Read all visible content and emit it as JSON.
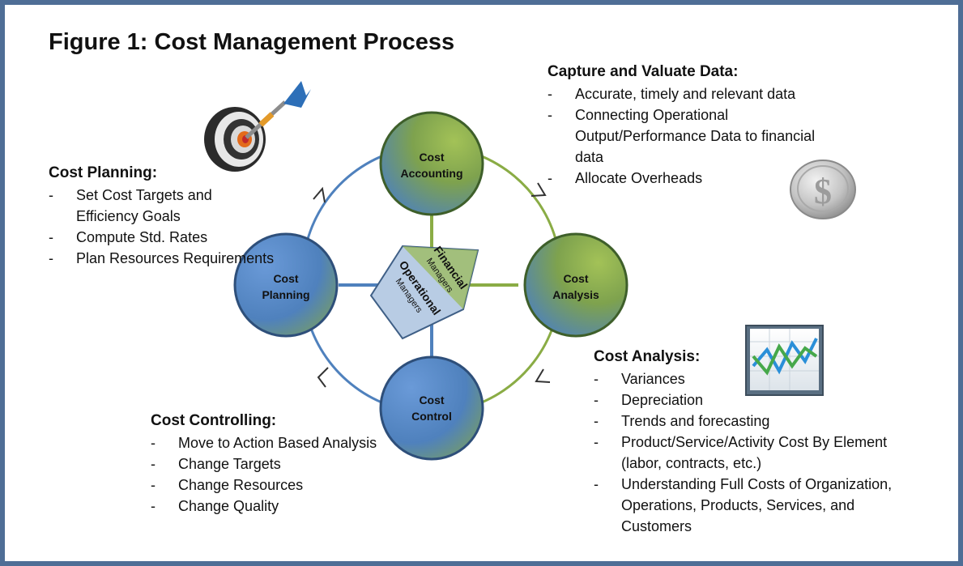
{
  "title": "Figure 1: Cost Management Process",
  "nodes": {
    "accounting": {
      "line1": "Cost",
      "line2": "Accounting"
    },
    "analysis": {
      "line1": "Cost",
      "line2": "Analysis"
    },
    "control": {
      "line1": "Cost",
      "line2": "Control"
    },
    "planning": {
      "line1": "Cost",
      "line2": "Planning"
    }
  },
  "center": {
    "financial": "Financial",
    "financial_sub": "Managers",
    "operational": "Operational",
    "operational_sub": "Managers"
  },
  "sections": {
    "cost_planning": {
      "heading": "Cost Planning:",
      "items": [
        "Set Cost Targets and Efficiency Goals",
        "Compute Std. Rates",
        "Plan Resources Requirements"
      ]
    },
    "capture": {
      "heading": "Capture and Valuate Data:",
      "items": [
        "Accurate, timely and relevant data",
        "Connecting Operational Output/Performance Data to financial data",
        "Allocate Overheads"
      ]
    },
    "cost_analysis": {
      "heading": "Cost Analysis:",
      "items": [
        "Variances",
        "Depreciation",
        "Trends and forecasting",
        "Product/Service/Activity Cost By Element (labor, contracts, etc.)",
        "Understanding Full Costs of Organization, Operations, Products, Services, and Customers"
      ]
    },
    "cost_controlling": {
      "heading": "Cost Controlling:",
      "items": [
        "Move to Action Based Analysis",
        "Change Targets",
        "Change Resources",
        "Change Quality"
      ]
    }
  },
  "coin_symbol": "$",
  "colors": {
    "border": "#4f6e96",
    "green": "#8aac45",
    "blue": "#4f81bd",
    "pentagon": "#b8cce4"
  },
  "icons": [
    "dartboard-icon",
    "dollar-coin-icon",
    "line-chart-icon"
  ]
}
